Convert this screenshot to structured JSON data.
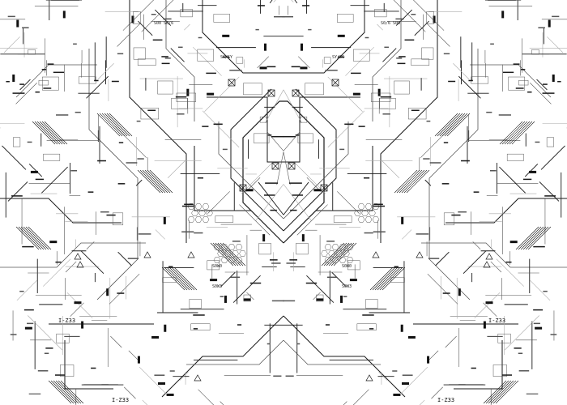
{
  "diagram": {
    "style": "symmetric circuit schematic, mirrored left/right",
    "colors": {
      "background": "#ffffff",
      "line_dark": "#1a1a1a",
      "line_mid": "#555555",
      "line_light": "#aaaaaa",
      "component_fill": "#111111"
    },
    "labels": {
      "top_left": "S00  S0/6",
      "top_right": "S0/6  S00",
      "sc_left": "SC/SY",
      "sc_right": "SY/SC",
      "mid_left_1": "S0W0",
      "mid_right_1": "S0W0",
      "mid_left_2": "S0W3",
      "mid_right_2": "S0W3",
      "bottom_left": "I-Z33",
      "bottom_right": "I-Z33",
      "side_left": "I-Z33",
      "side_right": "I-Z33"
    }
  }
}
